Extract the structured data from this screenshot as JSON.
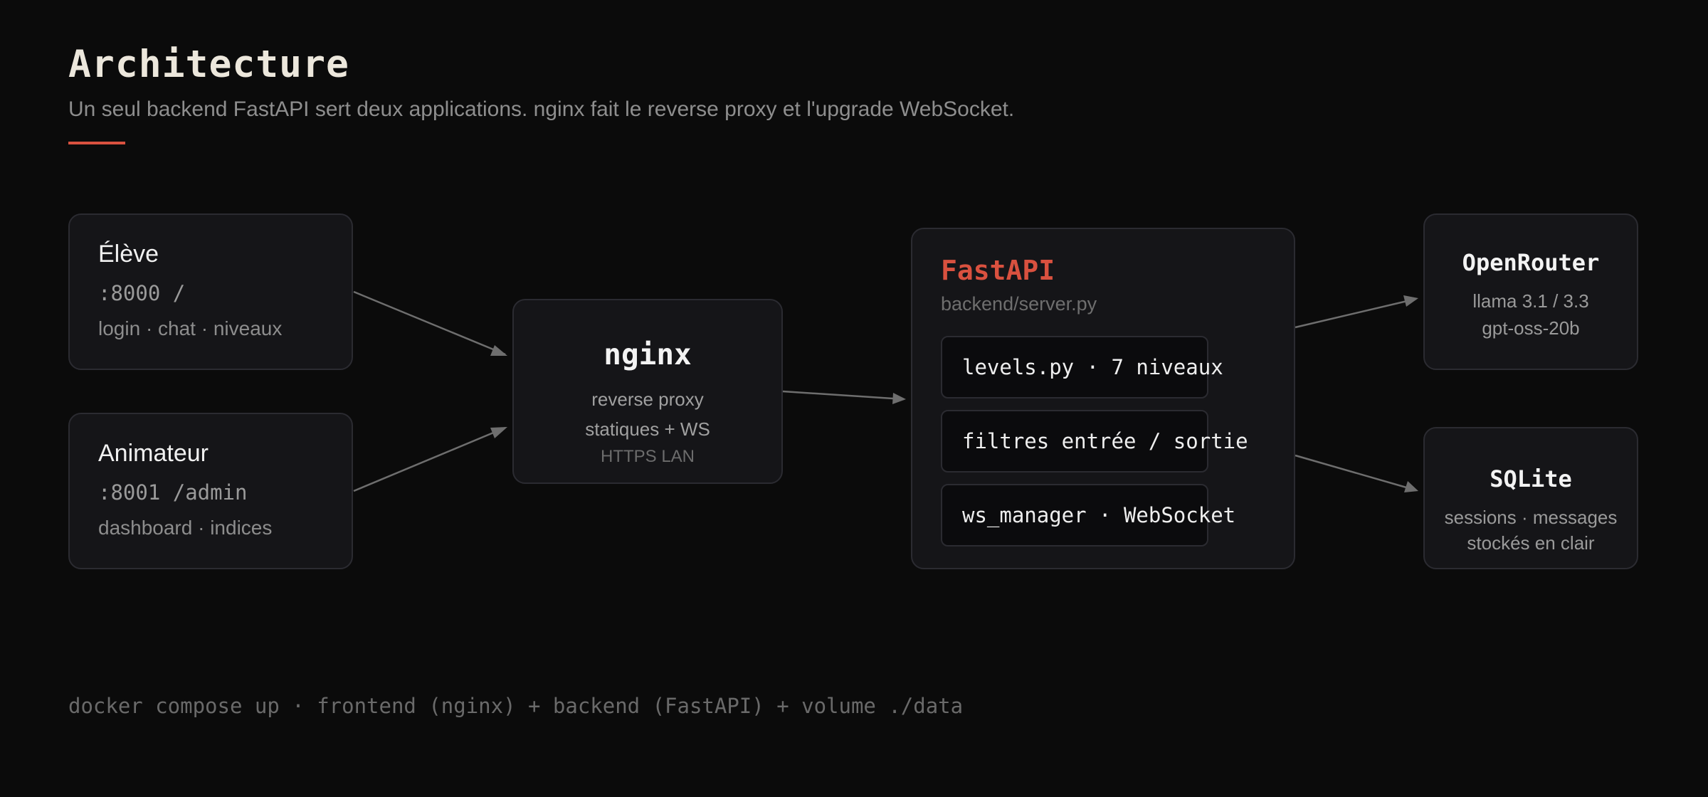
{
  "header": {
    "title": "Architecture",
    "subtitle": "Un seul backend FastAPI sert deux applications. nginx fait le reverse proxy et l'upgrade WebSocket."
  },
  "clients": [
    {
      "name": "Élève",
      "port": ":8000 /",
      "desc": "login · chat · niveaux"
    },
    {
      "name": "Animateur",
      "port": ":8001 /admin",
      "desc": "dashboard · indices"
    }
  ],
  "proxy": {
    "name": "nginx",
    "lines": [
      "reverse proxy",
      "statiques + WS"
    ],
    "note": "HTTPS LAN"
  },
  "backend": {
    "name": "FastAPI",
    "path": "backend/server.py",
    "modules": [
      "levels.py · 7 niveaux",
      "filtres entrée / sortie",
      "ws_manager · WebSocket"
    ]
  },
  "services": [
    {
      "name": "OpenRouter",
      "lines": [
        "llama 3.1 / 3.3",
        "gpt-oss-20b"
      ]
    },
    {
      "name": "SQLite",
      "lines": [
        "sessions · messages",
        "stockés en clair"
      ]
    }
  ],
  "footer": {
    "command": "docker compose up · frontend (nginx) + backend (FastAPI) + volume ./data"
  },
  "colors": {
    "background": "#0b0b0b",
    "accent": "#d9513f",
    "card": "#151518",
    "border": "#2b2b31",
    "arrow": "#6e6e6e"
  }
}
